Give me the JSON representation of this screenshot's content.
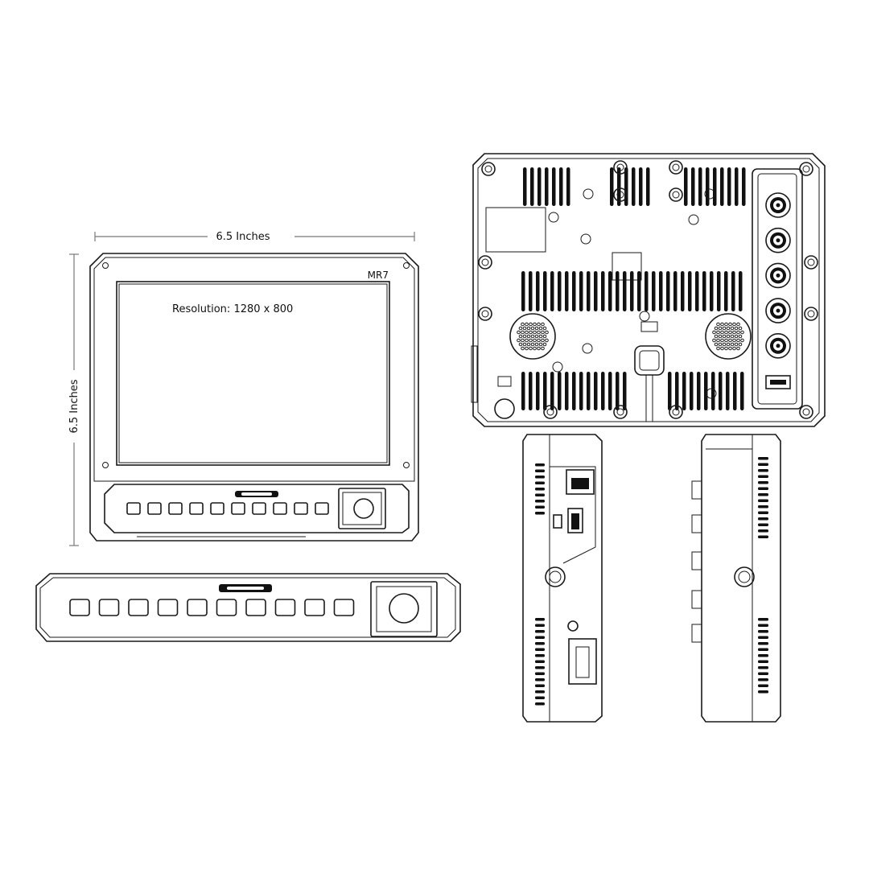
{
  "dimensions": {
    "width_label": "6.5 Inches",
    "height_label": "6.5 Inches"
  },
  "front_view": {
    "model": "MR7",
    "resolution_label": "Resolution:  1280 x 800",
    "button_count": 10
  },
  "control_strip_view": {
    "button_count": 10
  },
  "rear_view": {
    "bnc_connector_count": 5,
    "speaker_count": 2
  }
}
